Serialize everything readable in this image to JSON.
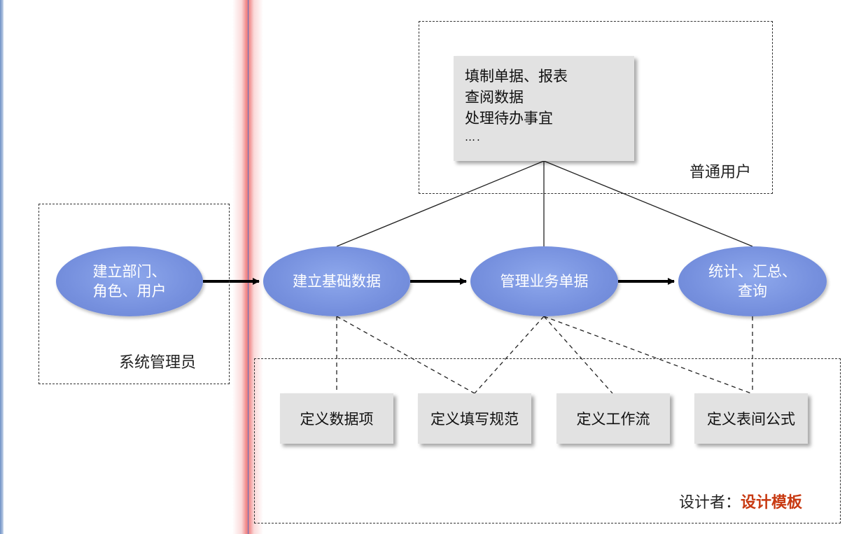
{
  "groups": {
    "admin": "系统管理员",
    "user": "普通用户",
    "designer_prefix": "设计者：",
    "designer_highlight": "设计模板"
  },
  "user_tasks": [
    "填制单据、报表",
    "查阅数据",
    "处理待办事宜",
    "…."
  ],
  "ellipses": {
    "setup_line1": "建立部门、",
    "setup_line2": "角色、用户",
    "basic_data": "建立基础数据",
    "business_docs": "管理业务单据",
    "stats_line1": "统计、汇总、",
    "stats_line2": "查询"
  },
  "definitions": [
    "定义数据项",
    "定义填写规范",
    "定义工作流",
    "定义表间公式"
  ],
  "colors": {
    "ellipse_fill": "#7a94e0",
    "box_fill": "#e2e2e2",
    "highlight": "#c83a12",
    "divider_glow": "#ee7878"
  }
}
